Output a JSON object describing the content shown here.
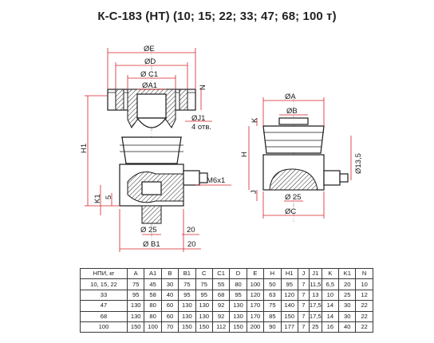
{
  "title": "К-С-183 (НТ) (10; 15; 22; 33; 47; 68; 100 т)",
  "left_view": {
    "dims": {
      "OE": "ØE",
      "OD": "ØD",
      "OC1": "Ø C1",
      "OA1": "ØA1",
      "N": "N",
      "OJ1": "ØJ1",
      "holes": "4 отв.",
      "H1": "H1",
      "K1": "K1",
      "five": "5",
      "M6x1": "M6x1",
      "O25": "Ø 25",
      "OB1": "Ø B1",
      "twenty_a": "20",
      "twenty_b": "20"
    }
  },
  "right_view": {
    "dims": {
      "OA": "ØA",
      "OB": "ØB",
      "K": "K",
      "H": "H",
      "J": "J",
      "O13_5": "Ø13,5",
      "O25": "Ø 25",
      "OC": "ØC"
    }
  },
  "table": {
    "headers": [
      "НПИ, кг",
      "A",
      "A1",
      "B",
      "B1",
      "C",
      "C1",
      "D",
      "E",
      "H",
      "H1",
      "J",
      "J1",
      "K",
      "K1",
      "N"
    ],
    "rows": [
      [
        "10, 15, 22",
        "75",
        "45",
        "30",
        "75",
        "75",
        "55",
        "80",
        "100",
        "50",
        "95",
        "7",
        "11,5",
        "6,5",
        "20",
        "10"
      ],
      [
        "33",
        "95",
        "58",
        "40",
        "95",
        "95",
        "68",
        "95",
        "120",
        "63",
        "120",
        "7",
        "13",
        "10",
        "25",
        "12"
      ],
      [
        "47",
        "130",
        "80",
        "60",
        "130",
        "130",
        "92",
        "130",
        "170",
        "75",
        "140",
        "7",
        "17,5",
        "14",
        "30",
        "22"
      ],
      [
        "68",
        "130",
        "80",
        "60",
        "130",
        "130",
        "92",
        "130",
        "170",
        "85",
        "150",
        "7",
        "17,5",
        "14",
        "30",
        "22"
      ],
      [
        "100",
        "150",
        "100",
        "70",
        "150",
        "150",
        "112",
        "150",
        "200",
        "90",
        "177",
        "7",
        "25",
        "16",
        "40",
        "22"
      ]
    ]
  }
}
